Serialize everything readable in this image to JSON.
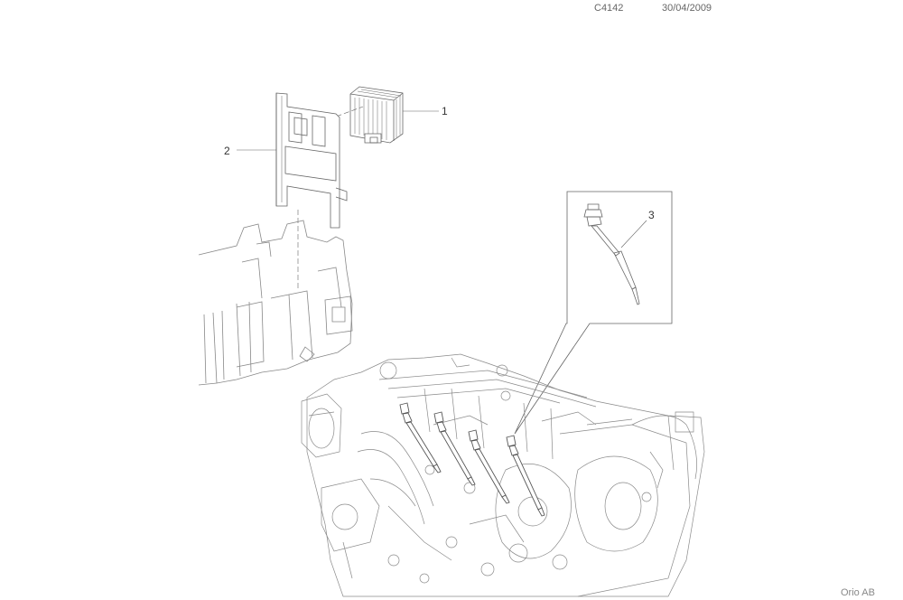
{
  "header": {
    "code": "C4142",
    "date": "30/04/2009"
  },
  "callouts": {
    "one": "1",
    "two": "2",
    "three": "3"
  },
  "footer": {
    "brand": "Orio AB"
  },
  "colors": {
    "line": "#666666",
    "light_line": "#999999",
    "background": "#ffffff"
  }
}
